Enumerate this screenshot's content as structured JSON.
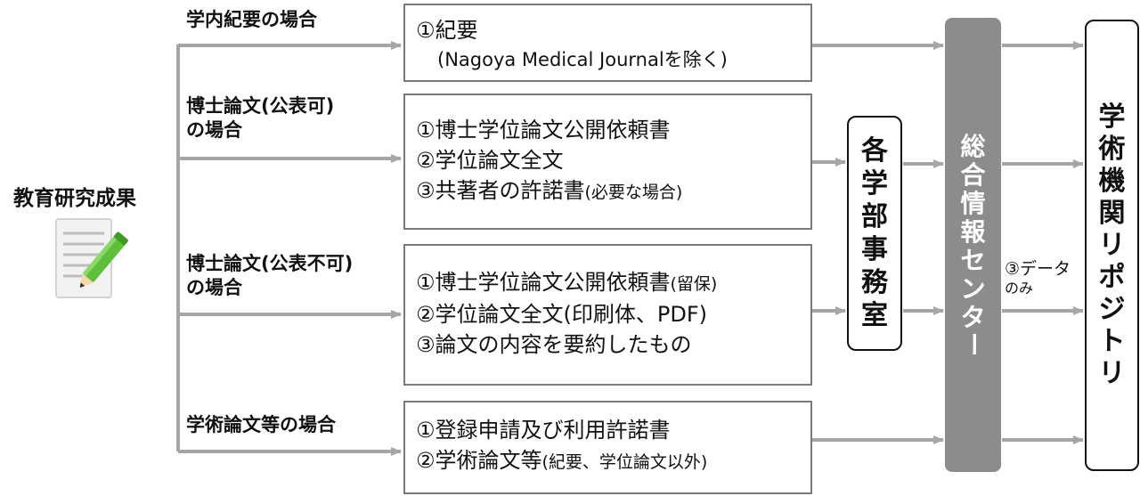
{
  "main_label": "教育研究成果",
  "cases": [
    {
      "title_lines": [
        "学内紀要の場合"
      ],
      "items": [
        {
          "text": "①紀要",
          "note": ""
        }
      ],
      "sub": "(Nagoya Medical Journalを除く)"
    },
    {
      "title_lines": [
        "博士論文(公表可)",
        "の場合"
      ],
      "items": [
        {
          "text": "①博士学位論文公開依頼書",
          "note": ""
        },
        {
          "text": "②学位論文全文",
          "note": ""
        },
        {
          "text": "③共著者の許諾書",
          "note": "(必要な場合)"
        }
      ]
    },
    {
      "title_lines": [
        "博士論文(公表不可)",
        "の場合"
      ],
      "items": [
        {
          "text": "①博士学位論文公開依頼書",
          "note": "(留保)"
        },
        {
          "text": "②学位論文全文(印刷体、PDF)",
          "note": ""
        },
        {
          "text": "③論文の内容を要約したもの",
          "note": ""
        }
      ]
    },
    {
      "title_lines": [
        "学術論文等の場合"
      ],
      "items": [
        {
          "text": "①登録申請及び利用許諾書",
          "note": ""
        },
        {
          "text": "②学術論文等",
          "note": "(紀要、学位論文以外)"
        }
      ]
    }
  ],
  "faculty_office": "各学部事務室",
  "info_center": "総合情報センター",
  "repository": "学術機関リポジトリ",
  "data_only_note": {
    "line1": "③データ",
    "line2": "のみ"
  },
  "colors": {
    "arrow": "#a6a6a6",
    "box_border": "#7a7a7a",
    "center_fill": "#8c8c8c",
    "pencil_green": "#5fbf3a"
  }
}
